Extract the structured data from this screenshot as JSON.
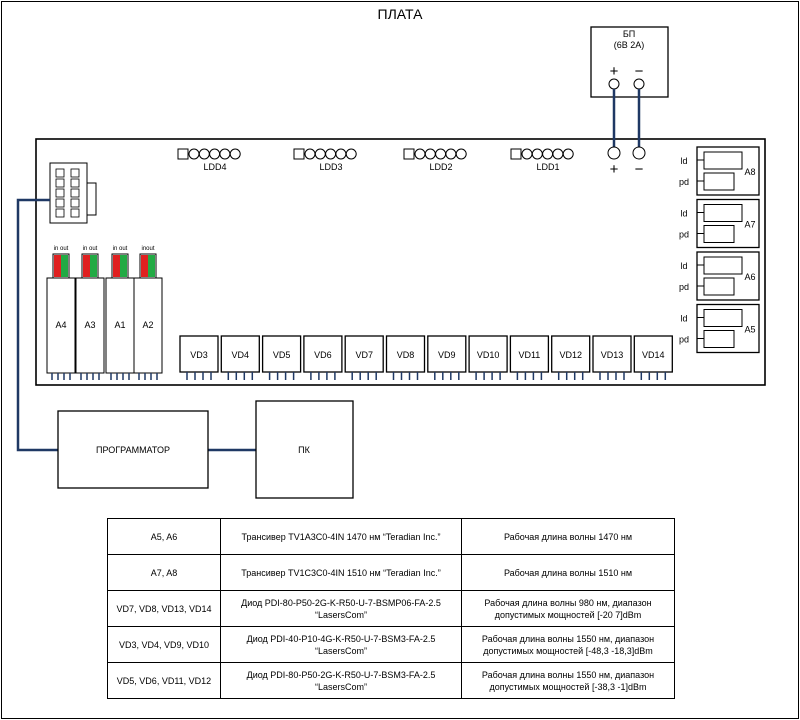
{
  "title": "ПЛАТА",
  "power_supply": {
    "name": "БП",
    "rating": "(6В 2А)",
    "plus": "+",
    "minus": "−"
  },
  "board": {
    "power_plus": "+",
    "power_minus": "−",
    "ldd": [
      "LDD4",
      "LDD3",
      "LDD2",
      "LDD1"
    ],
    "amp_columns": [
      {
        "name": "A4",
        "io": "in out"
      },
      {
        "name": "A3",
        "io": "in out"
      },
      {
        "name": "A1",
        "io": "in out"
      },
      {
        "name": "A2",
        "io": "inout"
      }
    ],
    "diodes": [
      "VD3",
      "VD4",
      "VD5",
      "VD6",
      "VD7",
      "VD8",
      "VD9",
      "VD10",
      "VD11",
      "VD12",
      "VD13",
      "VD14"
    ],
    "transceivers": [
      {
        "name": "A8",
        "ld": "ld",
        "pd": "pd"
      },
      {
        "name": "A7",
        "ld": "ld",
        "pd": "pd"
      },
      {
        "name": "A6",
        "ld": "ld",
        "pd": "pd"
      },
      {
        "name": "A5",
        "ld": "ld",
        "pd": "pd"
      }
    ]
  },
  "programmer": "ПРОГРАММАТОР",
  "pc": "ПК",
  "colors": {
    "wire": "#1f3864",
    "red_led": "#e02020",
    "green_led": "#22aa44"
  },
  "table": {
    "rows": [
      [
        "A5, A6",
        "Трансивер TV1A3C0-4IN 1470 нм “Teradian Inc.”",
        "Рабочая длина волны 1470 нм"
      ],
      [
        "A7, A8",
        "Трансивер TV1C3C0-4IN 1510 нм “Teradian Inc.”",
        "Рабочая длина волны 1510 нм"
      ],
      [
        "VD7, VD8, VD13, VD14",
        "Диод PDI-80-P50-2G-K-R50-U-7-BSMP06-FA-2.5 “LasersCom”",
        "Рабочая длина волны 980 нм, диапазон допустимых мощностей [-20 7]dBm"
      ],
      [
        "VD3, VD4, VD9, VD10",
        "Диод PDI-40-P10-4G-K-R50-U-7-BSM3-FA-2.5 “LasersCom”",
        "Рабочая длина волны 1550 нм, диапазон допустимых мощностей [-48,3 -18,3]dBm"
      ],
      [
        "VD5, VD6, VD11, VD12",
        "Диод PDI-80-P50-2G-K-R50-U-7-BSM3-FA-2.5 “LasersCom”",
        "Рабочая длина волны 1550 нм, диапазон допустимых мощностей [-38,3 -1]dBm"
      ]
    ]
  }
}
